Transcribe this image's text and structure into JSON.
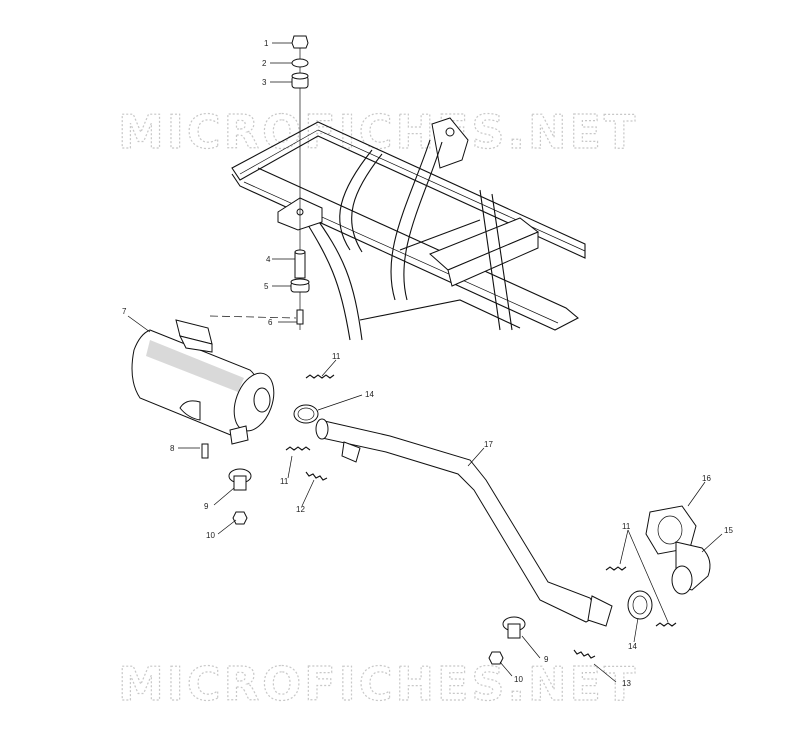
{
  "watermark": "MICROFICHES.NET",
  "callouts": [
    {
      "id": "c1",
      "label": "1"
    },
    {
      "id": "c2",
      "label": "2"
    },
    {
      "id": "c3",
      "label": "3"
    },
    {
      "id": "c4",
      "label": "4"
    },
    {
      "id": "c5",
      "label": "5"
    },
    {
      "id": "c6",
      "label": "6"
    },
    {
      "id": "c7",
      "label": "7"
    },
    {
      "id": "c8",
      "label": "8"
    },
    {
      "id": "c9a",
      "label": "9"
    },
    {
      "id": "c9b",
      "label": "9"
    },
    {
      "id": "c10a",
      "label": "10"
    },
    {
      "id": "c10b",
      "label": "10"
    },
    {
      "id": "c11a",
      "label": "11"
    },
    {
      "id": "c11b",
      "label": "11"
    },
    {
      "id": "c11c",
      "label": "11"
    },
    {
      "id": "c12",
      "label": "12"
    },
    {
      "id": "c13",
      "label": "13"
    },
    {
      "id": "c14a",
      "label": "14"
    },
    {
      "id": "c14b",
      "label": "14"
    },
    {
      "id": "c15",
      "label": "15"
    },
    {
      "id": "c16",
      "label": "16"
    },
    {
      "id": "c17",
      "label": "17"
    }
  ]
}
